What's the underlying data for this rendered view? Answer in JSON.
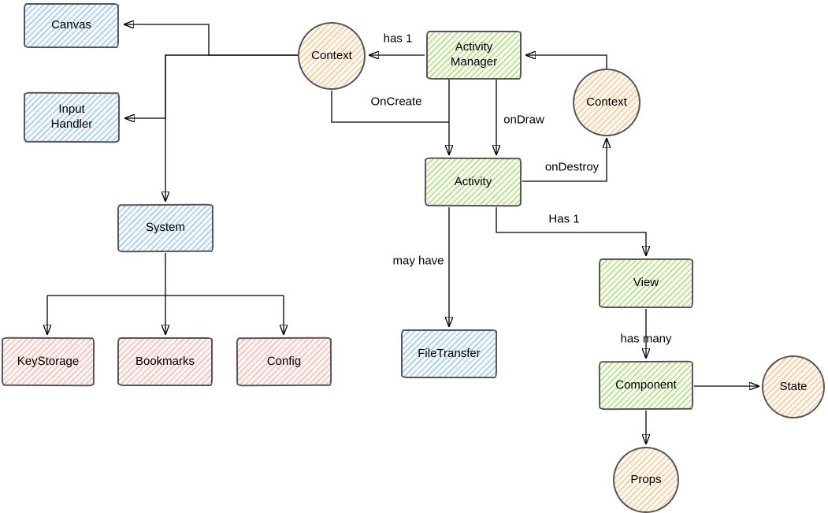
{
  "diagram": {
    "type": "flowchart",
    "style": "hand-drawn-sketch",
    "colors": {
      "blue_fill": "#dae8fc",
      "green_fill": "#d5e8d4",
      "orange_fill": "#ffe6cc",
      "red_fill": "#f8cecc",
      "shape_border": "#565656",
      "edge_line": "#000000",
      "background": "#ffffff"
    },
    "nodes": {
      "canvas": {
        "label": "Canvas",
        "shape": "rectangle",
        "color": "#dae8fc"
      },
      "input_handler": {
        "label": "Input\nHandler",
        "shape": "rectangle",
        "color": "#dae8fc"
      },
      "system": {
        "label": "System",
        "shape": "rectangle",
        "color": "#dae8fc"
      },
      "keystorage": {
        "label": "KeyStorage",
        "shape": "rectangle",
        "color": "#f8cecc"
      },
      "bookmarks": {
        "label": "Bookmarks",
        "shape": "rectangle",
        "color": "#f8cecc"
      },
      "config": {
        "label": "Config",
        "shape": "rectangle",
        "color": "#f8cecc"
      },
      "context_left": {
        "label": "Context",
        "shape": "circle",
        "color": "#ffe6cc"
      },
      "activity_manager": {
        "label": "Activity\nManager",
        "shape": "rectangle",
        "color": "#d5e8d4"
      },
      "context_right": {
        "label": "Context",
        "shape": "circle",
        "color": "#ffe6cc"
      },
      "activity": {
        "label": "Activity",
        "shape": "rectangle",
        "color": "#d5e8d4"
      },
      "filetransfer": {
        "label": "FileTransfer",
        "shape": "rectangle",
        "color": "#dae8fc"
      },
      "view": {
        "label": "View",
        "shape": "rectangle",
        "color": "#d5e8d4"
      },
      "component": {
        "label": "Component",
        "shape": "rectangle",
        "color": "#d5e8d4"
      },
      "state": {
        "label": "State",
        "shape": "circle",
        "color": "#ffe6cc"
      },
      "props": {
        "label": "Props",
        "shape": "circle",
        "color": "#ffe6cc"
      }
    },
    "edge_labels": {
      "am_context": "has 1",
      "oncreate": "OnCreate",
      "ondraw": "onDraw",
      "ondestroy": "onDestroy",
      "activity_view": "Has 1",
      "activity_ft": "may have",
      "view_component": "has many"
    },
    "edges": [
      {
        "from": "Context (left)",
        "to": "Canvas",
        "label": ""
      },
      {
        "from": "Context (left)",
        "to": "Input Handler",
        "label": ""
      },
      {
        "from": "Context (left)",
        "to": "System",
        "label": ""
      },
      {
        "from": "System",
        "to": "KeyStorage",
        "label": ""
      },
      {
        "from": "System",
        "to": "Bookmarks",
        "label": ""
      },
      {
        "from": "System",
        "to": "Config",
        "label": ""
      },
      {
        "from": "Activity Manager",
        "to": "Context (left)",
        "label": "has 1"
      },
      {
        "from": "Context (right)",
        "to": "Activity Manager",
        "label": ""
      },
      {
        "from": "Activity Manager",
        "to": "Activity",
        "label": ""
      },
      {
        "from": "Activity Manager",
        "to": "Activity",
        "label": "onDraw"
      },
      {
        "from": "Context (left)",
        "to": "Activity",
        "label": "OnCreate"
      },
      {
        "from": "Activity",
        "to": "Context (right)",
        "label": "onDestroy"
      },
      {
        "from": "Activity",
        "to": "View",
        "label": "Has 1"
      },
      {
        "from": "Activity",
        "to": "FileTransfer",
        "label": "may have"
      },
      {
        "from": "View",
        "to": "Component",
        "label": "has many"
      },
      {
        "from": "Component",
        "to": "State",
        "label": ""
      },
      {
        "from": "Component",
        "to": "Props",
        "label": ""
      }
    ]
  }
}
